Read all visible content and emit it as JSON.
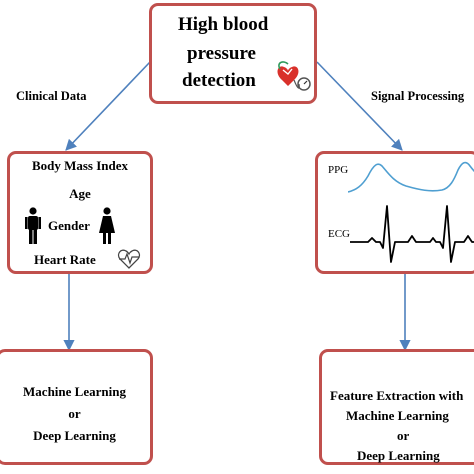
{
  "title_box": {
    "lines": [
      "High blood",
      "pressure",
      "detection"
    ],
    "icon": "heart-with-blood-pressure-gauge-icon"
  },
  "edges": {
    "left_label": "Clinical Data",
    "right_label": "Signal Processing"
  },
  "clinical_box": {
    "items": [
      "Body Mass Index",
      "Age",
      "Gender",
      "Heart Rate"
    ],
    "icons": [
      "male-figure-icon",
      "female-figure-icon",
      "heart-rate-icon"
    ]
  },
  "signal_box": {
    "labels": [
      "PPG",
      "ECG"
    ],
    "icons": [
      "ppg-waveform-icon",
      "ecg-waveform-icon"
    ]
  },
  "ml_box": {
    "lines": [
      "Machine Learning",
      "or",
      "Deep Learning"
    ]
  },
  "fe_box": {
    "lines": [
      "Feature Extraction with",
      "Machine Learning",
      "or",
      "Deep Learning"
    ]
  },
  "colors": {
    "box_border": "#c0504d",
    "arrow": "#4f81bd",
    "ppg_line": "#4f9fd1"
  }
}
